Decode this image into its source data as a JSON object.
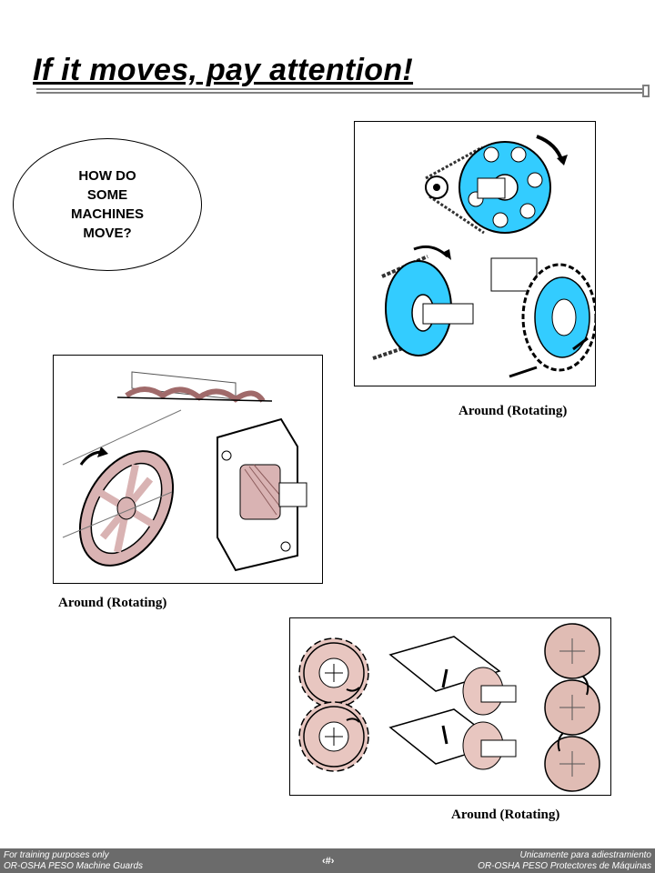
{
  "title": "If it moves, pay attention!",
  "callout": {
    "line1": "HOW DO",
    "line2": "SOME",
    "line3": "MACHINES",
    "line4": "MOVE?"
  },
  "figures": [
    {
      "caption": "Around (Rotating)"
    },
    {
      "caption": "Around (Rotating)"
    },
    {
      "caption": "Around (Rotating)"
    }
  ],
  "footer": {
    "left_line1": "For training purposes only",
    "left_line2": "OR-OSHA PESO  Machine Guards",
    "page_number": "‹#›",
    "right_line1": "Unicamente para adiestramiento",
    "right_line2": "OR-OSHA PESO Protectores de Máquinas"
  },
  "colors": {
    "highlight_blue": "#33ccff",
    "highlight_pink": "#d9b3b3",
    "footer_bg": "#6b6b6b"
  }
}
